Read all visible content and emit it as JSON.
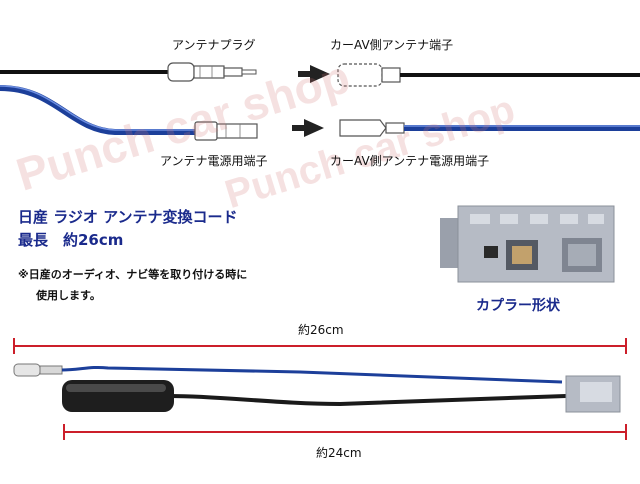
{
  "top_diagram": {
    "label_antenna_plug": "アンテナプラグ",
    "label_car_antenna_terminal_1": "カーAV側アンテナ端子",
    "label_antenna_power_terminal": "アンテナ電源用端子",
    "label_car_antenna_power_terminal": "カーAV側アンテナ電源用端子"
  },
  "product": {
    "title_line_1": "日産 ラジオ アンテナ変換コード",
    "title_line_2": "最長　約26cm"
  },
  "note": {
    "line_1": "※日産のオーディオ、ナビ等を取り付ける時に",
    "line_2": "使用します。"
  },
  "coupler": {
    "label": "カプラー形状"
  },
  "dimensions": {
    "total_length_label": "約26cm",
    "cable_length_label": "約24cm"
  },
  "watermark": {
    "text": "Punch car shop"
  },
  "colors": {
    "arrow": "#222222",
    "dimension_line": "#cc1f2a",
    "title_text": "#1a2a8c",
    "blue_wire": "#1c3f9a",
    "black_wire": "#111111",
    "coupler_gray": "#a8adb8"
  }
}
